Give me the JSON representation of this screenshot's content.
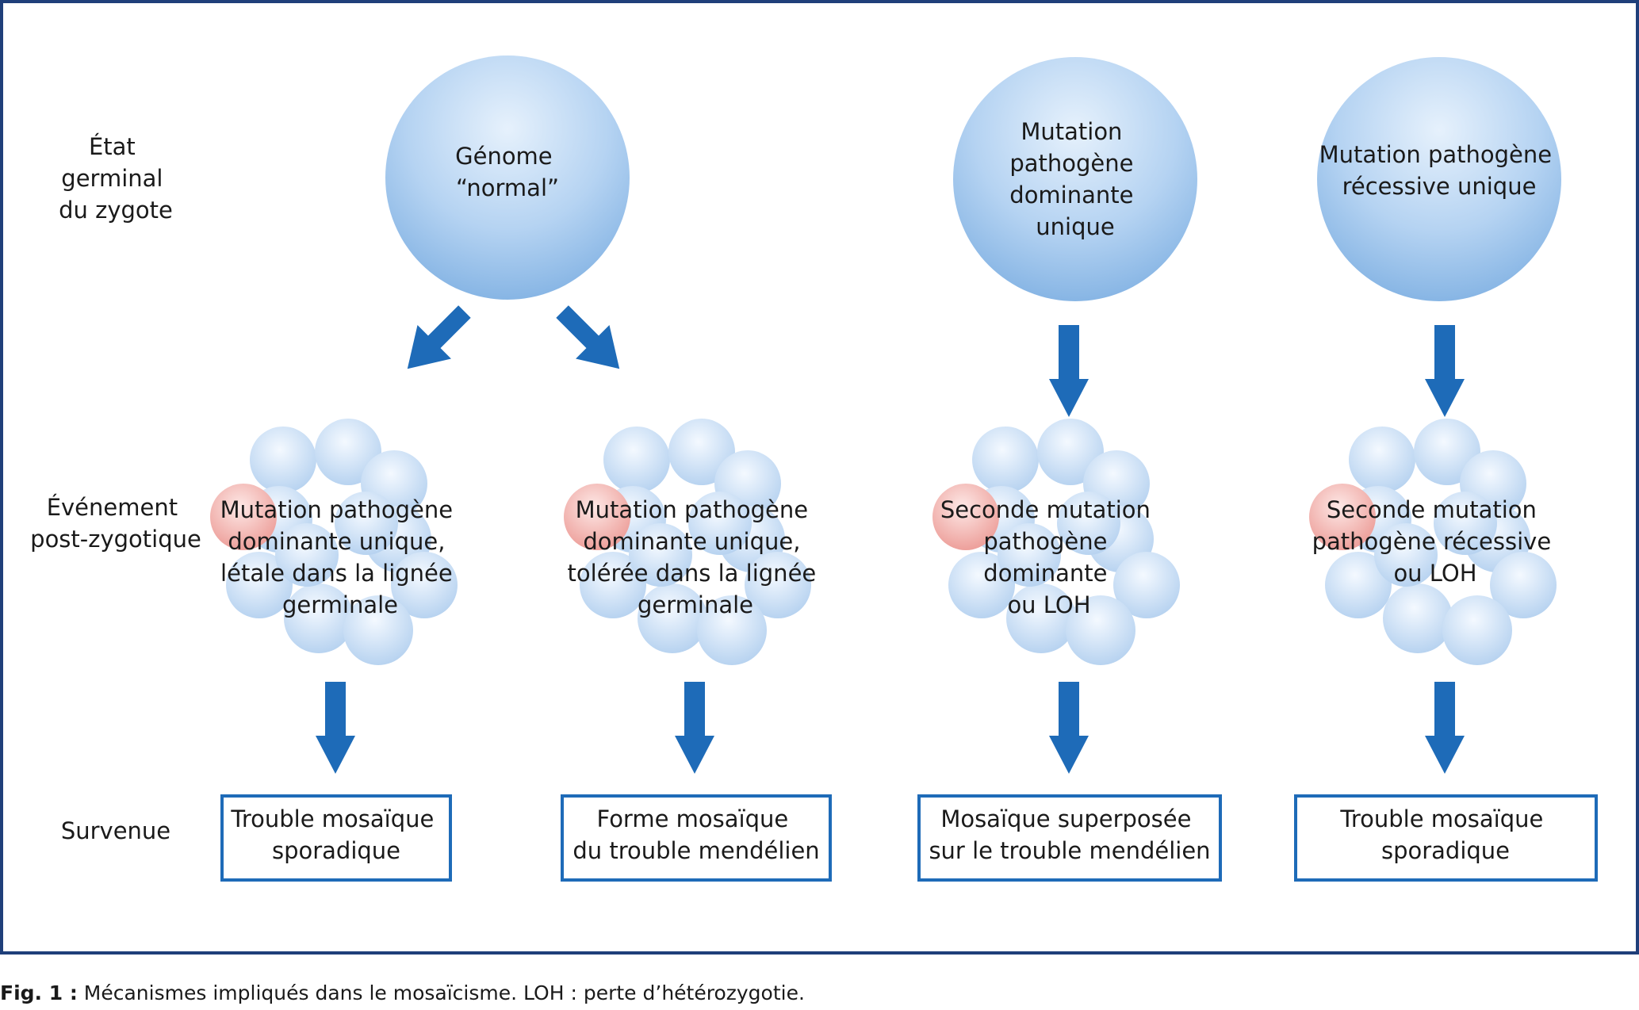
{
  "row_labels": {
    "germinal": [
      "État",
      "germinal",
      "du zygote"
    ],
    "post_zygotic": [
      "Événement",
      "post-zygotique"
    ],
    "onset": [
      "Survenue"
    ]
  },
  "columns": [
    {
      "germinal_text": [
        "Génome",
        "“normal”"
      ],
      "event_text": [
        "Mutation pathogène",
        "dominante unique,",
        "létale dans la lignée",
        "germinale"
      ],
      "outcome_text": [
        "Trouble mosaïque",
        "sporadique"
      ]
    },
    {
      "germinal_text": [],
      "event_text": [
        "Mutation pathogène",
        "dominante unique,",
        "tolérée dans la lignée",
        "germinale"
      ],
      "outcome_text": [
        "Forme mosaïque",
        "du trouble mendélien"
      ]
    },
    {
      "germinal_text": [
        "Mutation",
        "pathogène",
        "dominante",
        "unique"
      ],
      "event_text": [
        "Seconde mutation",
        "pathogène",
        "dominante",
        "ou LOH"
      ],
      "outcome_text": [
        "Mosaïque superposée",
        "sur le trouble mendélien"
      ]
    },
    {
      "germinal_text": [
        "Mutation pathogène",
        "récessive unique"
      ],
      "event_text": [
        "Seconde mutation",
        "pathogène récessive",
        "ou LOH"
      ],
      "outcome_text": [
        "Trouble mosaïque",
        "sporadique"
      ]
    }
  ],
  "caption": {
    "label": "Fig. 1 :",
    "text": " Mécanismes impliqués dans le mosaïcisme. LOH : perte d’hétérozygotie."
  },
  "colors": {
    "frame": "#1f3f7a",
    "arrow": "#1e6bb8",
    "outcome_box_border": "#1e6bb8",
    "sphere_light": "#e6f1fc",
    "sphere_dark": "#8fbbe8",
    "cell_light": "#f4f9ff",
    "cell_dark": "#b3d0ef",
    "mutant_cell_light": "#fde8e6",
    "mutant_cell_dark": "#ec9a95"
  }
}
